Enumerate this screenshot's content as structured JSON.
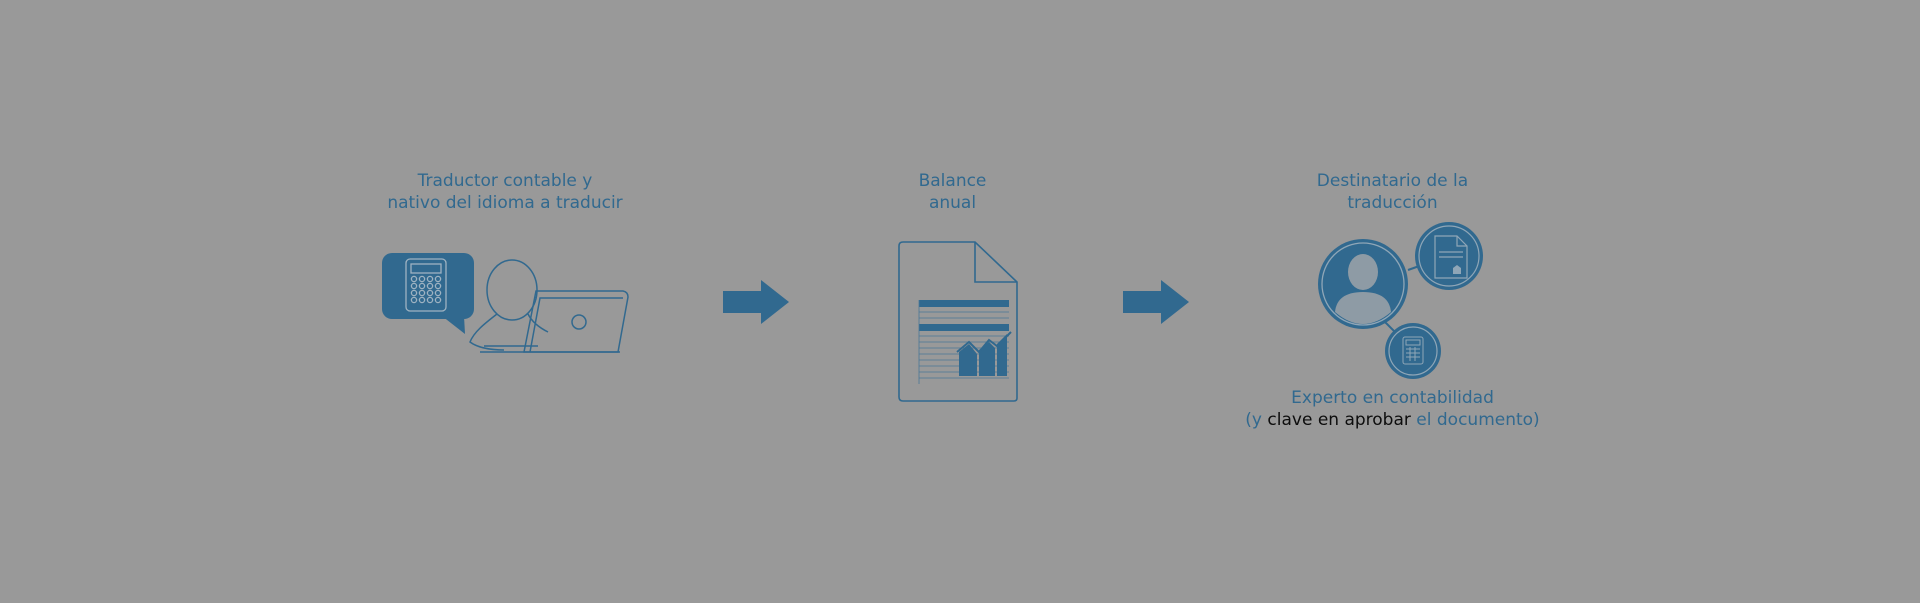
{
  "colors": {
    "background": "#999999",
    "accent": "#31698f",
    "highlight_text": "#0d0d0d"
  },
  "steps": [
    {
      "title_line1": "Traductor contable y",
      "title_line2": "nativo del idioma a traducir",
      "icon": "translator-with-calculator-and-laptop"
    },
    {
      "title_line1": "Balance",
      "title_line2": "anual",
      "icon": "document-with-chart"
    },
    {
      "title_line1": "Destinatario de la",
      "title_line2": "traducción",
      "icon": "user-network",
      "caption_line1": "Experto en contabilidad",
      "caption_line2_part1": "(y ",
      "caption_line2_part2": "clave en aprobar",
      "caption_line2_part3": " el documento)"
    }
  ],
  "arrows": [
    "arrow-right-icon",
    "arrow-right-icon"
  ]
}
